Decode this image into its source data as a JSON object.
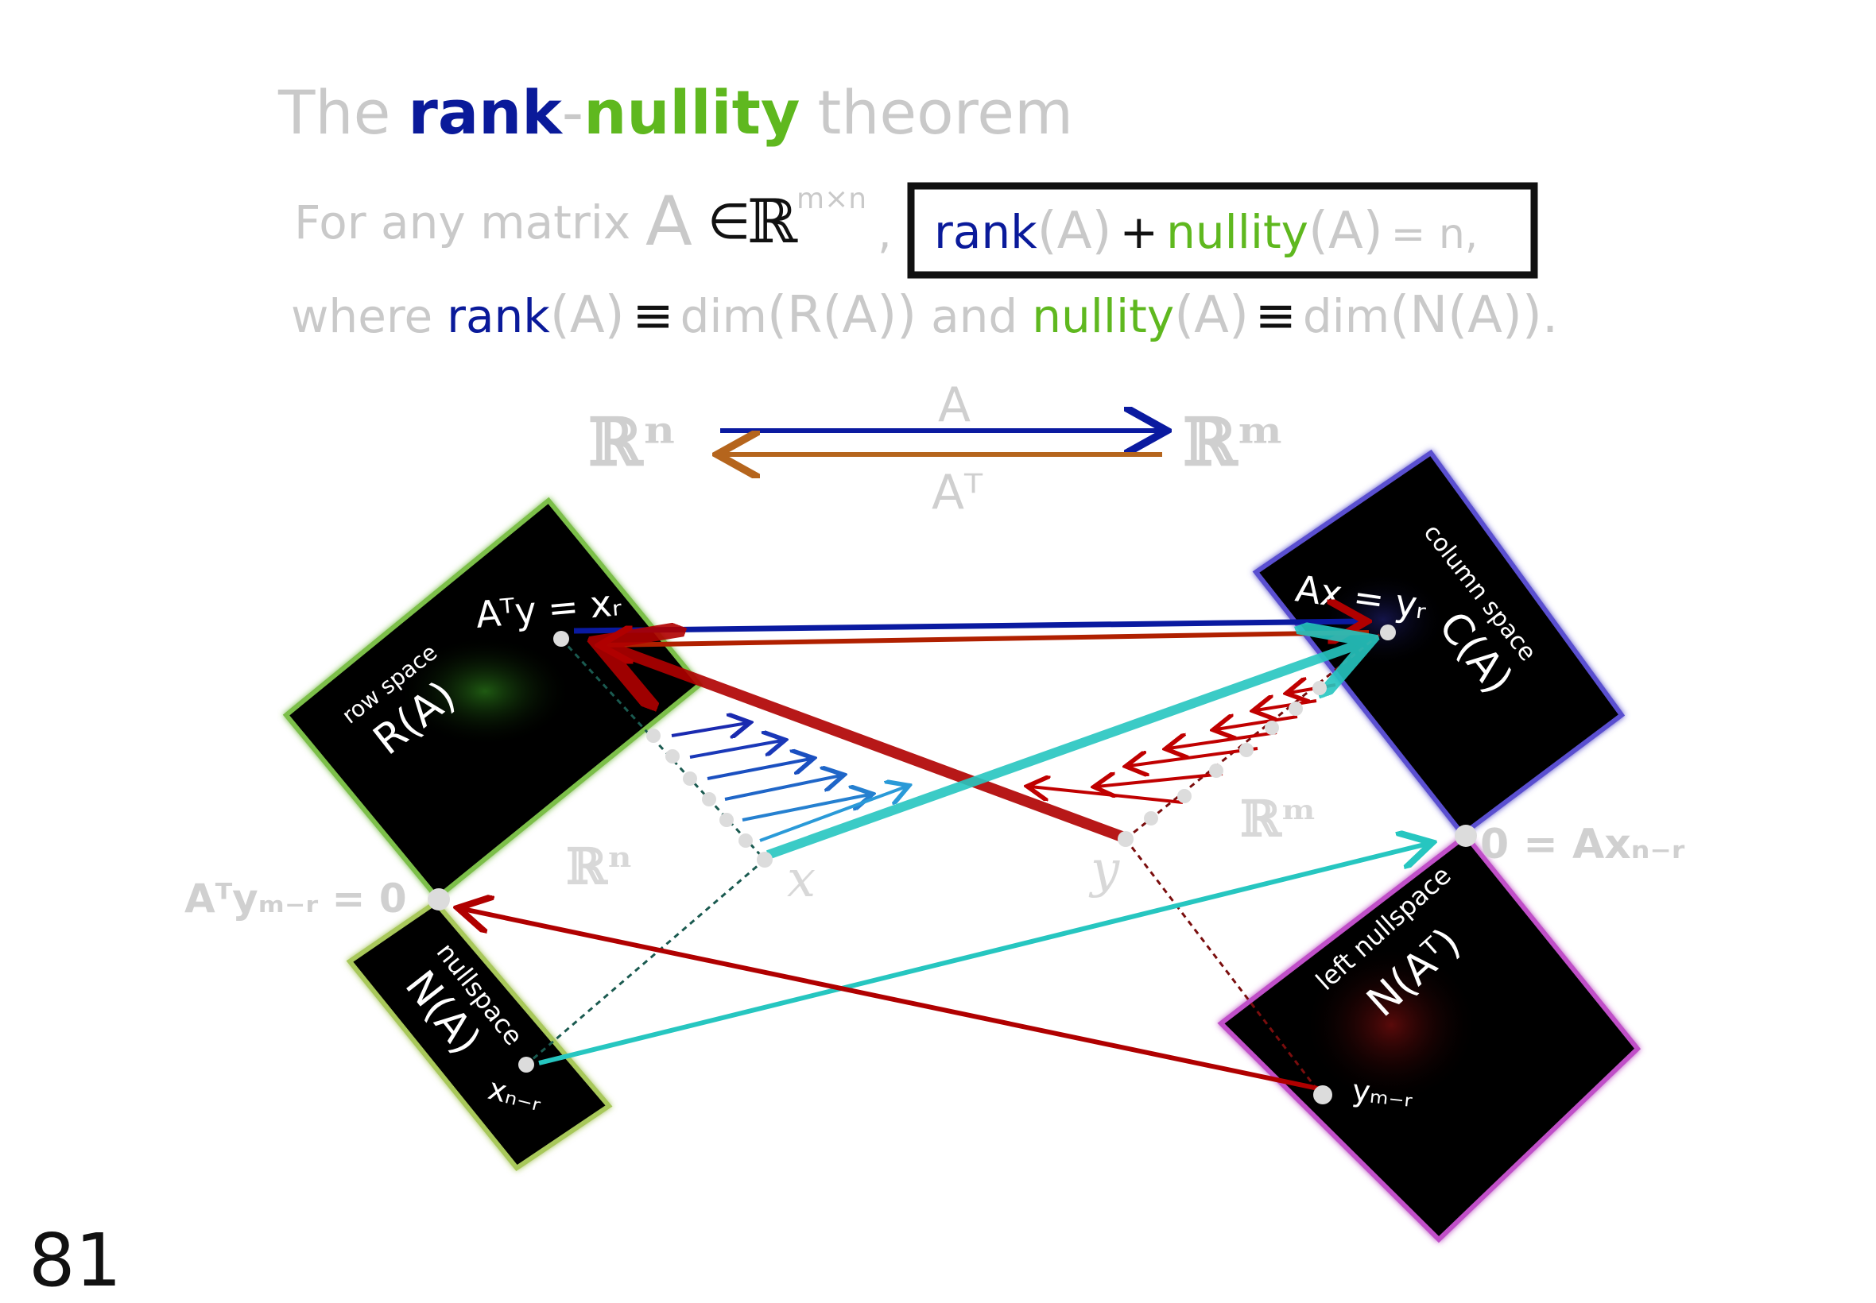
{
  "page_number": "81",
  "title": {
    "the": "The",
    "rank": "rank",
    "dash": "-",
    "nullity": "nullity",
    "theorem": "theorem"
  },
  "statement": {
    "lead": "For any matrix",
    "matrix": "A",
    "in": "∈",
    "space": "ℝ",
    "dims": "m×n",
    "comma": ",",
    "boxed": {
      "rank": "rank",
      "a1": "(A)",
      "plus": "+",
      "nullity": "nullity",
      "a2": "(A)",
      "eq": "= n,"
    }
  },
  "definition": {
    "where": "where",
    "rank": "rank",
    "a1": "(A)",
    "equiv1": "≡",
    "dim1": "dim",
    "range": "(R(A))",
    "and": "and",
    "nullity": "nullity",
    "a2": "(A)",
    "equiv2": "≡",
    "dim2": "dim",
    "null": "(N(A)).",
    "end": ""
  },
  "maps": {
    "domain": "ℝⁿ",
    "codomain": "ℝᵐ",
    "forward_label": "A",
    "backward_label": "Aᵀ"
  },
  "panels": {
    "row_space": {
      "caption": "row space",
      "name": "R(A)",
      "point_label": "Aᵀy = xᵣ"
    },
    "column_space": {
      "caption": "column space",
      "name": "C(A)",
      "point_label": "Ax = yᵣ"
    },
    "nullspace": {
      "caption": "nullspace",
      "name": "N(A)",
      "point_label": "xₙ₋ᵣ"
    },
    "left_nullspace": {
      "caption": "left nullspace",
      "name": "N(Aᵀ)",
      "point_label": "yₘ₋ᵣ"
    }
  },
  "labels": {
    "rn": "ℝⁿ",
    "rm": "ℝᵐ",
    "x": "x",
    "y": "y",
    "left_zero": "Aᵀyₘ₋ᵣ = 0",
    "right_zero": "0 = Axₙ₋ᵣ"
  },
  "colors": {
    "title_grey": "#c9c9c9",
    "rank_blue": "#0a1a9a",
    "nullity_green": "#5fb81f",
    "forward_arrow": "#0a1aa0",
    "backward_arrow": "#b5651d",
    "red_arrow": "#b00000",
    "cyan_arrow": "#26c6c0",
    "row_border": "#7bbf4a",
    "col_border": "#5a4fd0",
    "null_border": "#a8c85a",
    "leftnull_border": "#c050c8"
  },
  "icons": [
    "matrix-map-arrow-icon",
    "point-dot-icon"
  ]
}
